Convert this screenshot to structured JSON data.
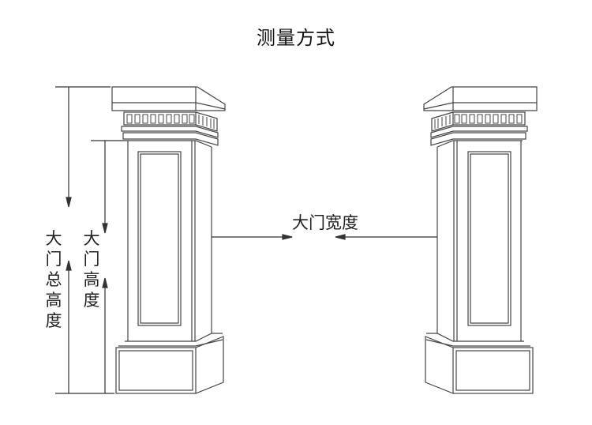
{
  "title": "测量方式",
  "labels": {
    "gate_width": "大门宽度",
    "gate_total_height": "大门总高度",
    "gate_height": "大门高度"
  },
  "colors": {
    "line": "#333333",
    "background": "#ffffff"
  }
}
